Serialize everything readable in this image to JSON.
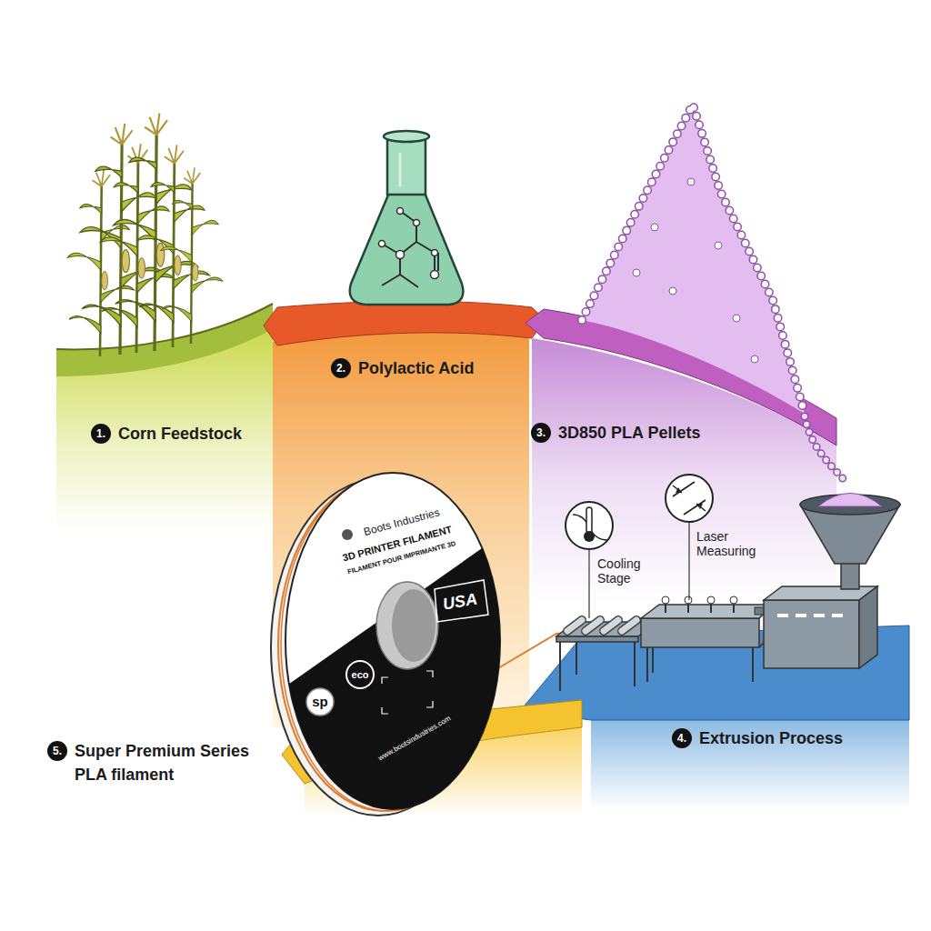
{
  "diagram": {
    "nodes": [
      {
        "text": [
          "1.",
          "Corn Feedstock"
        ]
      },
      {
        "text": [
          "2.",
          "Polylactic Acid"
        ]
      },
      {
        "text": [
          "3.",
          "3D850 PLA Pellets"
        ]
      },
      {
        "text": [
          "4.",
          "Extrusion Process"
        ]
      },
      {
        "text": [
          "5.",
          "Super Premium Series PLA filament"
        ]
      }
    ],
    "labels": [
      "Cooling Stage",
      "Laser Measuring",
      "Boots Industries",
      "3D PRINTER FILAMENT",
      "FILAMENT POUR IMPRIMANTE 3D",
      "sp",
      "eco",
      "USA",
      "www.bootsindustries.com"
    ]
  }
}
